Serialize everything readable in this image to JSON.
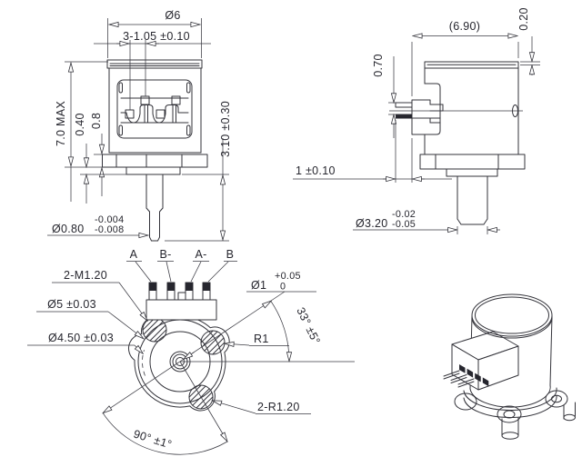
{
  "palette": {
    "background": "#ffffff",
    "line": "#33333a",
    "text": "#26262e"
  },
  "views": {
    "front": {
      "dia_body": "Ø6",
      "pin_pitch": "3-1.05 ±0.10",
      "height_max": "7.0 MAX",
      "step_height": "0.40",
      "flange_thickness": "0.8",
      "shaft_length": "3.10 ±0.30",
      "shaft_tip_dia": "Ø0.80",
      "shaft_tip_tol_upper": "-0.004",
      "shaft_tip_tol_lower": "-0.008"
    },
    "side": {
      "overall_width": "(6.90)",
      "cap_lip": "0.20",
      "pin_spacing": "0.70",
      "pin_protrusion": "1 ±0.10",
      "boss_dia": "Ø3.20",
      "boss_tol_upper": "-0.02",
      "boss_tol_lower": "-0.05"
    },
    "bottom": {
      "pin_labels": {
        "a": "A",
        "b_minus": "B-",
        "a_minus": "A-",
        "b": "B"
      },
      "thread_spec": "2-M1.20",
      "body_dia": "Ø5 ±0.03",
      "bolt_circle_dia": "Ø4.50 ±0.03",
      "bearing_dia": "Ø1",
      "bearing_tol_upper": "+0.05",
      "bearing_tol_lower": "0",
      "fillet_radius": "R1",
      "lobe_radius": "2-R1.20",
      "connector_angle": "33° ±5°",
      "mount_hole_angle": "90° ±1°"
    }
  }
}
